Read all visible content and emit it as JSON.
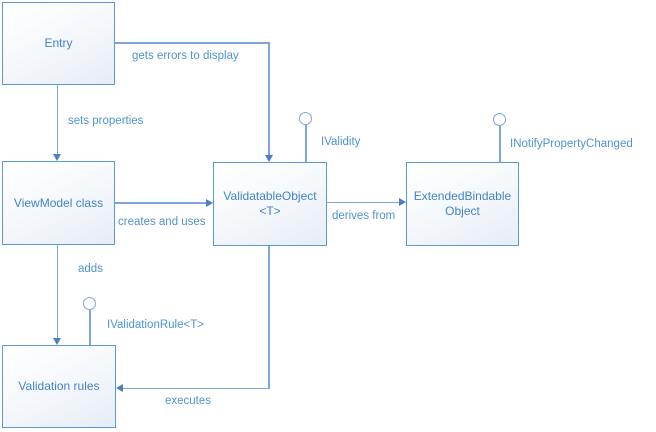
{
  "diagram": {
    "nodes": {
      "entry": {
        "label": "Entry"
      },
      "viewmodel": {
        "label": "ViewModel class"
      },
      "validatable": {
        "line1": "ValidatableObject",
        "line2": "<T>"
      },
      "extended": {
        "line1": "ExtendedBindable",
        "line2": "Object"
      },
      "rules": {
        "label": "Validation rules"
      }
    },
    "edge_labels": {
      "sets_properties": "sets properties",
      "gets_errors": "gets errors to display",
      "creates_and_uses": "creates and uses",
      "derives_from": "derives from",
      "adds": "adds",
      "executes": "executes"
    },
    "interface_labels": {
      "ivalidity": "IValidity",
      "inotify_property_changed": "INotifyPropertyChanged",
      "ivalidation_rule": "IValidationRule<T>"
    },
    "colors": {
      "node_border": "#5b9bd5",
      "node_fill_top": "#ffffff",
      "node_fill_bottom": "#e6edf6",
      "connector": "#7ea6d8",
      "arrowhead": "#4d7ebf",
      "node_text": "#4383c6",
      "label_text": "#4f93d2"
    }
  }
}
